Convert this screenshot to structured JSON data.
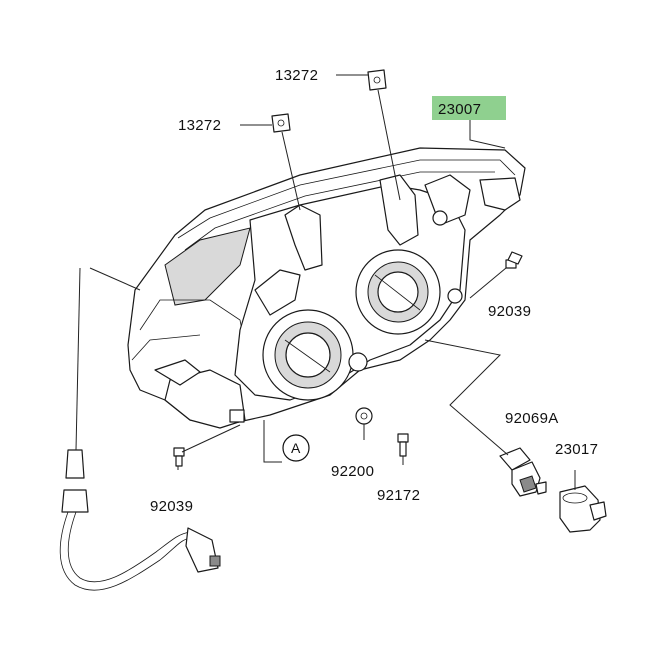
{
  "colors": {
    "highlight": "#8fd08f",
    "ink": "#111111",
    "background": "#ffffff"
  },
  "parts": {
    "p13272_top": "13272",
    "p13272_left": "13272",
    "p23007": "23007",
    "p92039_right": "92039",
    "p92069a": "92069A",
    "p23017": "23017",
    "p92200": "92200",
    "p92172": "92172",
    "p92039_left": "92039",
    "callout_a": "A"
  }
}
